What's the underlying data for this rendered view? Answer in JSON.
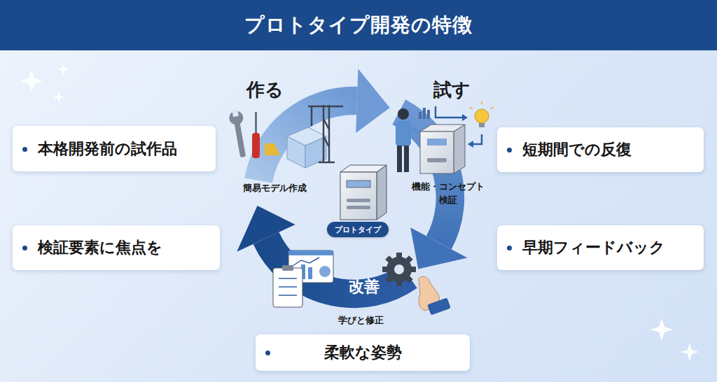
{
  "diagram": {
    "title": "プロトタイプ開発の特徴",
    "nodes": [
      {
        "text": [
          "本格開発前の試作品"
        ]
      },
      {
        "text": [
          "短期間での反復"
        ]
      },
      {
        "text": [
          "プロトタイプ"
        ]
      },
      {
        "text": [
          "検証要素に焦点を"
        ]
      },
      {
        "text": [
          "早期フィードバック"
        ]
      },
      {
        "text": [
          "柔軟な姿勢"
        ]
      }
    ],
    "labels": [
      "作る",
      "試す",
      "簡易モデル作成",
      "機能・コンセプト 検証",
      "改善",
      "学びと修正"
    ]
  }
}
